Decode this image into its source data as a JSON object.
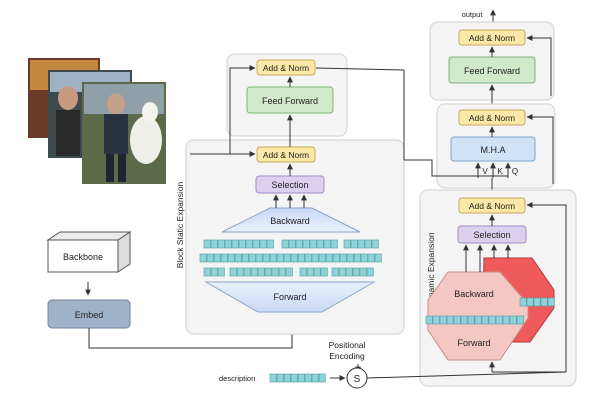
{
  "labels": {
    "output": "output",
    "add_norm": "Add & Norm",
    "feed_forward": "Feed Forward",
    "selection": "Selection",
    "backward": "Backward",
    "forward": "Forward",
    "mha": "M.H.A",
    "v": "V",
    "k": "K",
    "q": "Q",
    "backbone": "Backbone",
    "embed": "Embed",
    "positional_line1": "Positional",
    "positional_line2": "Encoding",
    "s": "S",
    "description": "description",
    "block_static_expansion": "Block Static Expansion",
    "dynamic_expansion": "Dynamic Expansion"
  },
  "colors": {
    "add_norm": "#fbe7a6",
    "feed_forward": "#cfe9c9",
    "selection": "#dcd0ef",
    "mha": "#cfe2f6",
    "embed": "#9fb3c8",
    "dynamic_back": "#ef5b5b",
    "dynamic_front": "#f4c7c3",
    "token": "#8fd3d8"
  },
  "icons": {
    "photos": "photo-stack-icon",
    "backbone": "cube-icon",
    "sum": "circle-s-icon"
  }
}
